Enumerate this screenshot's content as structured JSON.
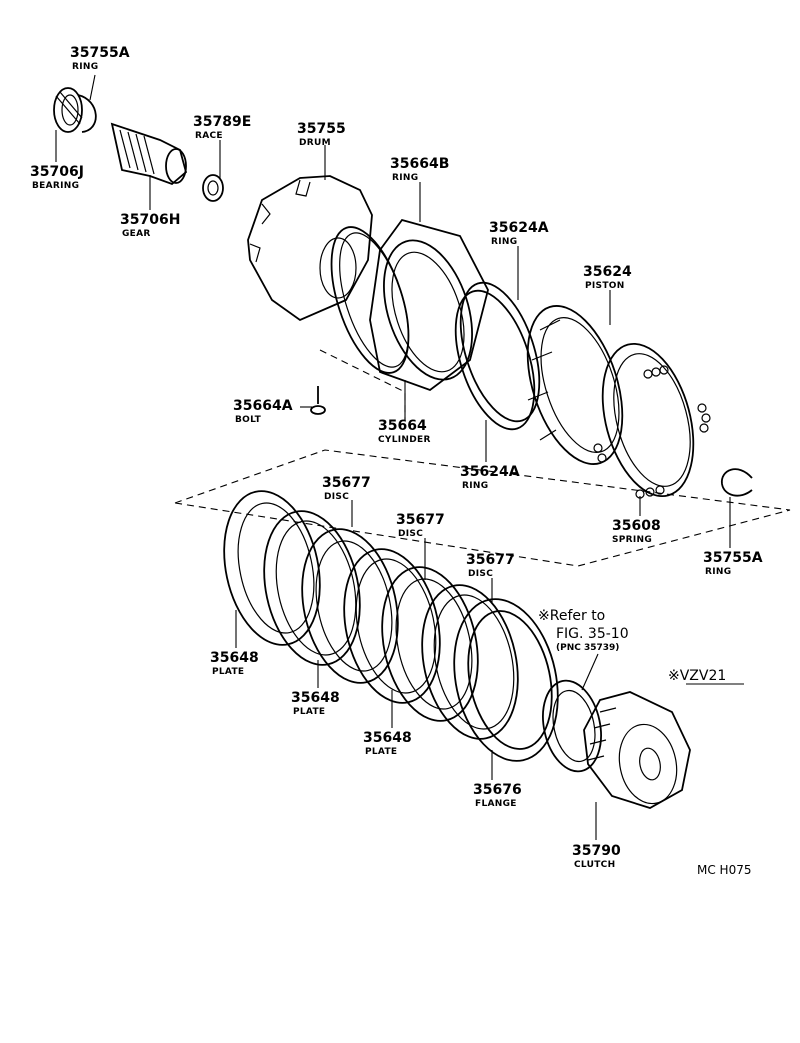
{
  "parts": [
    {
      "id": "35755A-top",
      "number": "35755A",
      "name": "RING"
    },
    {
      "id": "35706J",
      "number": "35706J",
      "name": "BEARING"
    },
    {
      "id": "35706H",
      "number": "35706H",
      "name": "GEAR"
    },
    {
      "id": "35789E",
      "number": "35789E",
      "name": "RACE"
    },
    {
      "id": "35755",
      "number": "35755",
      "name": "DRUM"
    },
    {
      "id": "35664B",
      "number": "35664B",
      "name": "RING"
    },
    {
      "id": "35624A-top",
      "number": "35624A",
      "name": "RING"
    },
    {
      "id": "35624",
      "number": "35624",
      "name": "PISTON"
    },
    {
      "id": "35664A",
      "number": "35664A",
      "name": "BOLT"
    },
    {
      "id": "35664",
      "number": "35664",
      "name": "CYLINDER"
    },
    {
      "id": "35624A-bottom",
      "number": "35624A",
      "name": "RING"
    },
    {
      "id": "35608",
      "number": "35608",
      "name": "SPRING"
    },
    {
      "id": "35755A-bottom",
      "number": "35755A",
      "name": "RING"
    },
    {
      "id": "35677-a",
      "number": "35677",
      "name": "DISC"
    },
    {
      "id": "35677-b",
      "number": "35677",
      "name": "DISC"
    },
    {
      "id": "35677-c",
      "number": "35677",
      "name": "DISC"
    },
    {
      "id": "35648-a",
      "number": "35648",
      "name": "PLATE"
    },
    {
      "id": "35648-b",
      "number": "35648",
      "name": "PLATE"
    },
    {
      "id": "35648-c",
      "number": "35648",
      "name": "PLATE"
    },
    {
      "id": "35676",
      "number": "35676",
      "name": "FLANGE"
    },
    {
      "id": "35790",
      "number": "35790",
      "name": "CLUTCH"
    }
  ],
  "reference_note": {
    "line1": "※Refer to",
    "line2": "FIG. 35-10",
    "line3": "(PNC 35739)"
  },
  "model_note": "※VZV21",
  "diagram_code": "MC  H075"
}
